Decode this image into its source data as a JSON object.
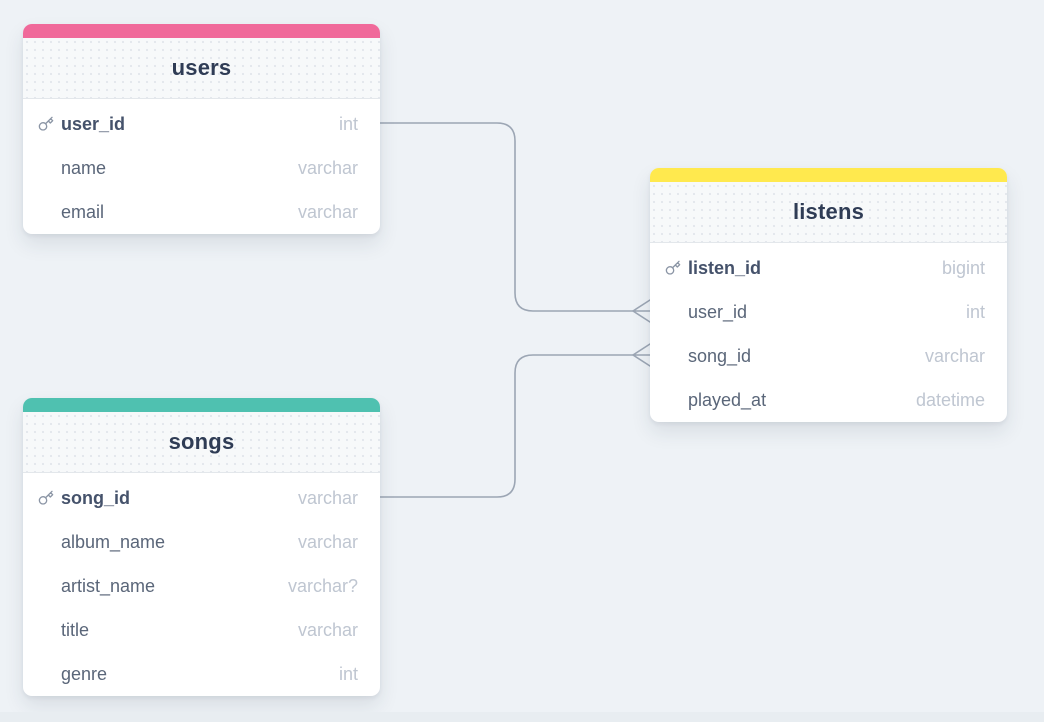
{
  "canvas": {
    "background_color": "#eef2f6",
    "wire_color": "#9ca6b4"
  },
  "icons": {
    "primary_key": "key-icon"
  },
  "tables": [
    {
      "id": "users",
      "title": "users",
      "accent_color": "#f0699a",
      "fields": [
        {
          "name": "user_id",
          "type": "int",
          "primary_key": true
        },
        {
          "name": "name",
          "type": "varchar",
          "primary_key": false
        },
        {
          "name": "email",
          "type": "varchar",
          "primary_key": false
        }
      ]
    },
    {
      "id": "listens",
      "title": "listens",
      "accent_color": "#ffe94e",
      "fields": [
        {
          "name": "listen_id",
          "type": "bigint",
          "primary_key": true
        },
        {
          "name": "user_id",
          "type": "int",
          "primary_key": false
        },
        {
          "name": "song_id",
          "type": "varchar",
          "primary_key": false
        },
        {
          "name": "played_at",
          "type": "datetime",
          "primary_key": false
        }
      ]
    },
    {
      "id": "songs",
      "title": "songs",
      "accent_color": "#4fc1b0",
      "fields": [
        {
          "name": "song_id",
          "type": "varchar",
          "primary_key": true
        },
        {
          "name": "album_name",
          "type": "varchar",
          "primary_key": false
        },
        {
          "name": "artist_name",
          "type": "varchar?",
          "primary_key": false
        },
        {
          "name": "title",
          "type": "varchar",
          "primary_key": false
        },
        {
          "name": "genre",
          "type": "int",
          "primary_key": false
        }
      ]
    }
  ],
  "relationships": [
    {
      "from": "users.user_id",
      "to": "listens.user_id",
      "from_cardinality": "one",
      "to_cardinality": "many"
    },
    {
      "from": "songs.song_id",
      "to": "listens.song_id",
      "from_cardinality": "one",
      "to_cardinality": "many"
    }
  ]
}
